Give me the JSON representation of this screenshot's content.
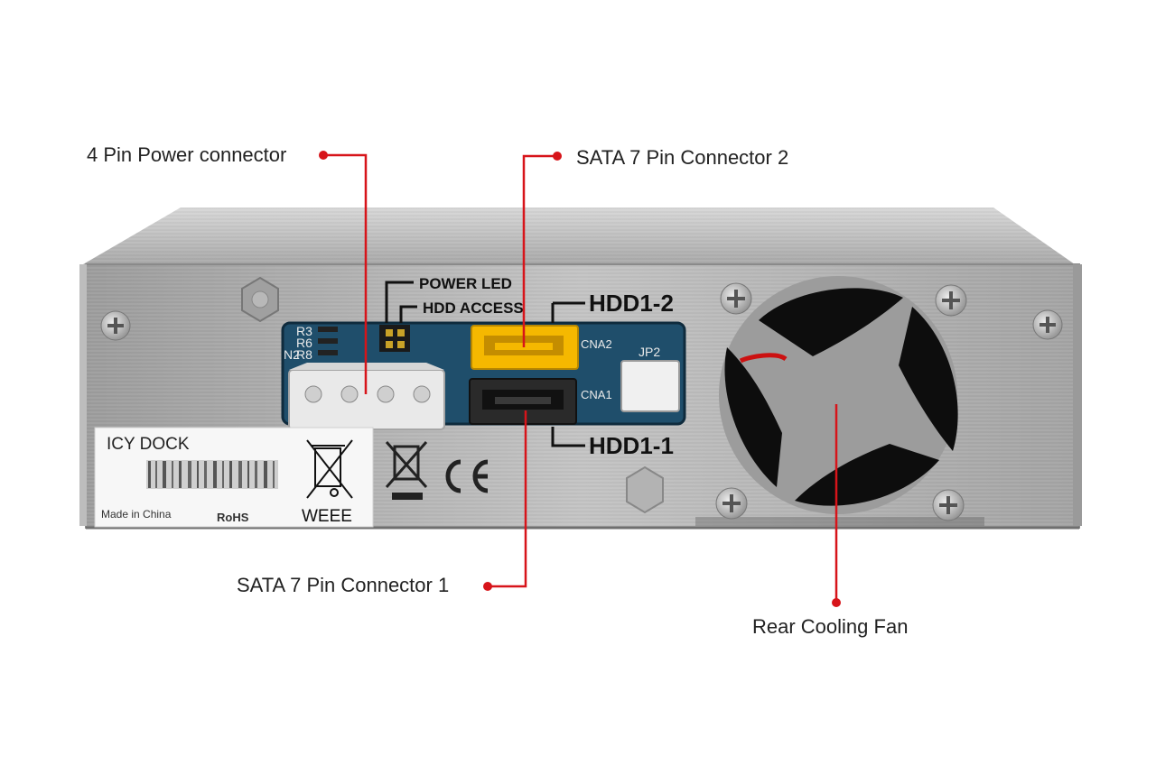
{
  "callouts": {
    "power_connector": "4 Pin Power connector",
    "sata_connector_2": "SATA 7 Pin Connector 2",
    "sata_connector_1": "SATA 7 Pin Connector 1",
    "rear_fan": "Rear Cooling Fan"
  },
  "panel_labels": {
    "power_led": "POWER LED",
    "hdd_access": "HDD ACCESS",
    "hdd1_2": "HDD1-2",
    "hdd1_1": "HDD1-1",
    "cna2": "CNA2",
    "cna1": "CNA1",
    "jp2": "JP2",
    "r3": "R3",
    "r6": "R6",
    "r8": "R8",
    "n2": "N2"
  },
  "sticker": {
    "brand": "ICY DOCK",
    "made_in": "Made in China",
    "rohs": "RoHS",
    "weee": "WEEE"
  },
  "colors": {
    "accent_red": "#d7141a",
    "sata_yellow": "#f5b800",
    "pcb_blue": "#1f4e6b",
    "metal": "#b9b9b9"
  }
}
